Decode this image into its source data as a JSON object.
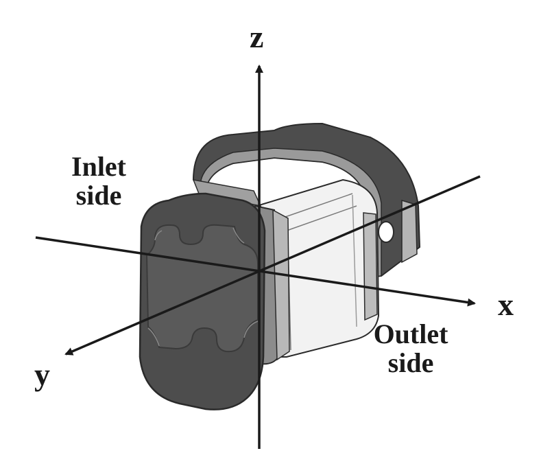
{
  "axes": {
    "x": "x",
    "y": "y",
    "z": "z"
  },
  "labels": {
    "inlet_line1": "Inlet",
    "inlet_line2": "side",
    "outlet_line1": "Outlet",
    "outlet_line2": "side"
  },
  "colors": {
    "axis": "#1a1a1a",
    "front_plate": "#4d4d4d",
    "plate_edge": "#8c8c8c",
    "body_light": "#f2f2f2",
    "outline": "#2a2a2a"
  }
}
